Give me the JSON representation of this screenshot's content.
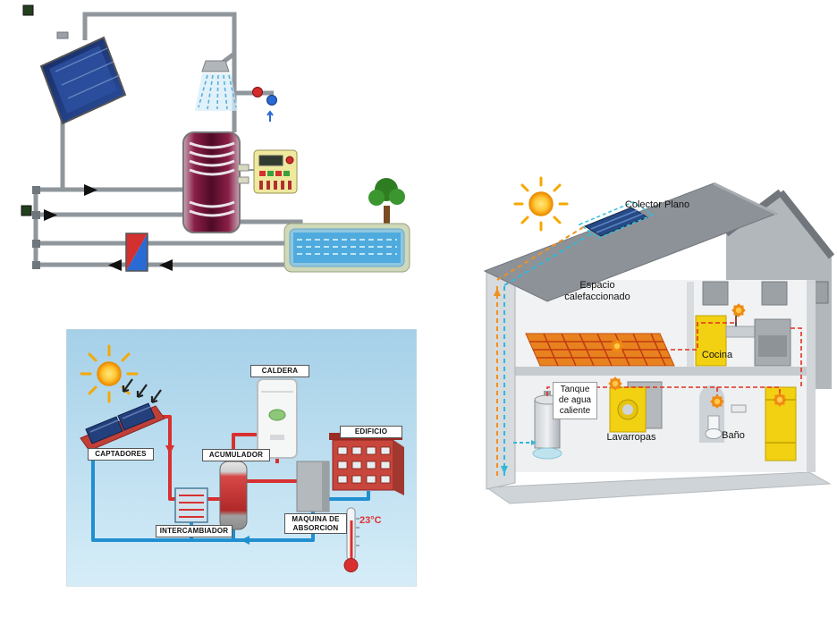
{
  "palette": {
    "pipe_gray": "#8f969c",
    "hot_red": "#d83030",
    "cold_blue": "#2090d0",
    "solar_panel_blue": "#24407c",
    "appliance_yellow": "#f2d012",
    "sun_orange": "#f5a800",
    "sky_blue": "#a5d0e8",
    "house_gray": "#8d9298"
  },
  "diagram2": {
    "captadores": "CAPTADORES",
    "intercambiador": "INTERCAMBIADOR",
    "acumulador": "ACUMULADOR",
    "caldera": "CALDERA",
    "maquina_line1": "MAQUINA DE",
    "maquina_line2": "ABSORCION",
    "edificio": "EDIFICIO",
    "temperatura": "23°C"
  },
  "diagram3": {
    "colector": "Colector Plano",
    "espacio_line1": "Espacio",
    "espacio_line2": "calefaccionado",
    "cocina": "Cocina",
    "tanque_line1": "Tanque",
    "tanque_line2": "de agua",
    "tanque_line3": "caliente",
    "lavarropas": "Lavarropas",
    "bano": "Baño"
  }
}
